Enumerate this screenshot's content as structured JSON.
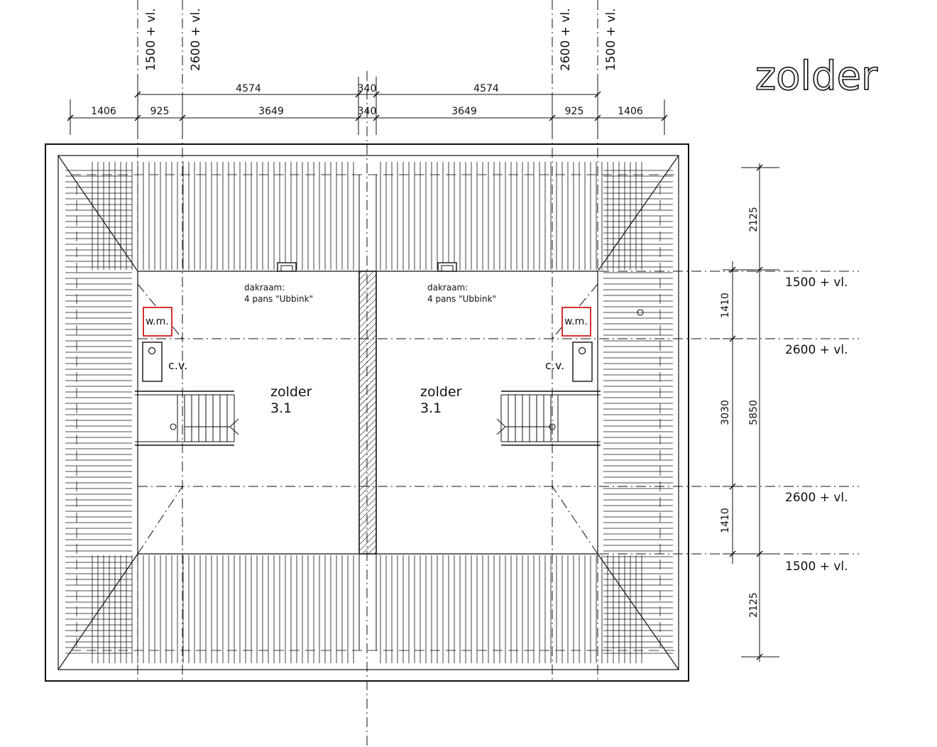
{
  "sheet_title": "zolder",
  "top_dims_upper": [
    "4574",
    "340",
    "4574"
  ],
  "top_dims_lower": [
    "1406",
    "925",
    "3649",
    "340",
    "3649",
    "925",
    "1406"
  ],
  "vertical_level_labels": [
    "1500 + vl.",
    "2600 + vl.",
    "2600 + vl.",
    "1500 + vl."
  ],
  "right_level_labels": [
    "1500 + vl.",
    "2600 + vl.",
    "2600 + vl.",
    "1500 + vl."
  ],
  "right_dims_inner": [
    "1410",
    "3030",
    "1410"
  ],
  "right_dims_outer": [
    "2125",
    "5850",
    "2125"
  ],
  "rooms": [
    {
      "name": "zolder",
      "number": "3.1",
      "skylight_label": "dakraam:",
      "skylight_spec": "4 pans \"Ubbink\"",
      "wm": "w.m.",
      "cv": "c.v."
    },
    {
      "name": "zolder",
      "number": "3.1",
      "skylight_label": "dakraam:",
      "skylight_spec": "4 pans \"Ubbink\"",
      "wm": "w.m.",
      "cv": "c.v."
    }
  ],
  "colors": {
    "line": "#111111",
    "washing_machine": "#d11a1a"
  }
}
